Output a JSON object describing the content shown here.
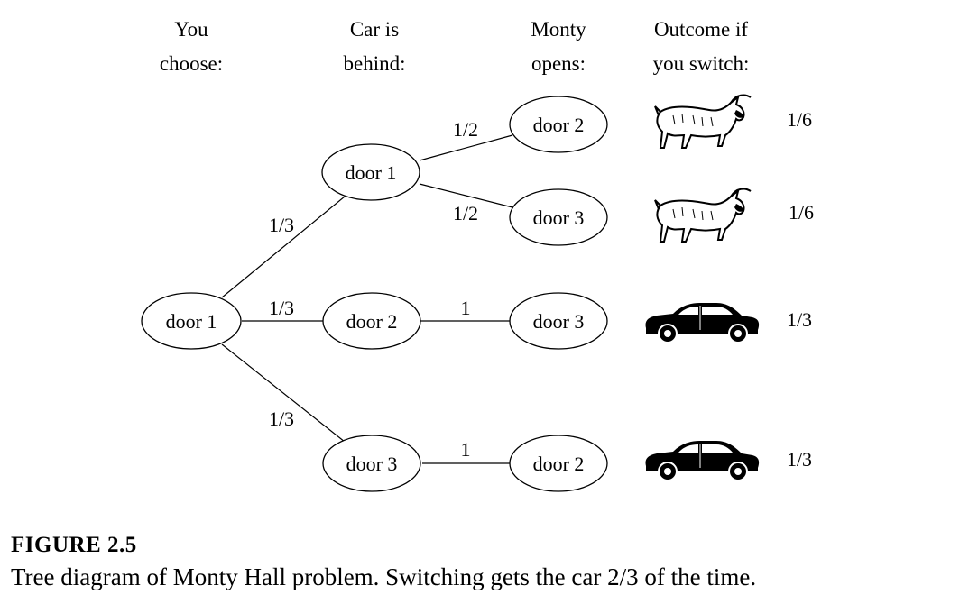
{
  "headers": [
    {
      "line1": "You",
      "line2": "choose:"
    },
    {
      "line1": "Car is",
      "line2": "behind:"
    },
    {
      "line1": "Monty",
      "line2": "opens:"
    },
    {
      "line1": "Outcome if",
      "line2": "you switch:"
    }
  ],
  "nodes": {
    "choose": "door 1",
    "car1": "door 1",
    "car2": "door 2",
    "car3": "door 3",
    "monty1": "door 2",
    "monty2": "door 3",
    "monty3": "door 3",
    "monty4": "door 2"
  },
  "edge_labels": {
    "choose_car1": "1/3",
    "choose_car2": "1/3",
    "choose_car3": "1/3",
    "car1_monty1": "1/2",
    "car1_monty2": "1/2",
    "car2_monty3": "1",
    "car3_monty4": "1"
  },
  "outcomes": [
    {
      "icon": "goat-icon",
      "probability": "1/6"
    },
    {
      "icon": "goat-icon",
      "probability": "1/6"
    },
    {
      "icon": "car-icon",
      "probability": "1/3"
    },
    {
      "icon": "car-icon",
      "probability": "1/3"
    }
  ],
  "caption": {
    "title": "FIGURE 2.5",
    "text": "Tree diagram of Monty Hall problem. Switching gets the car 2/3 of the time."
  }
}
